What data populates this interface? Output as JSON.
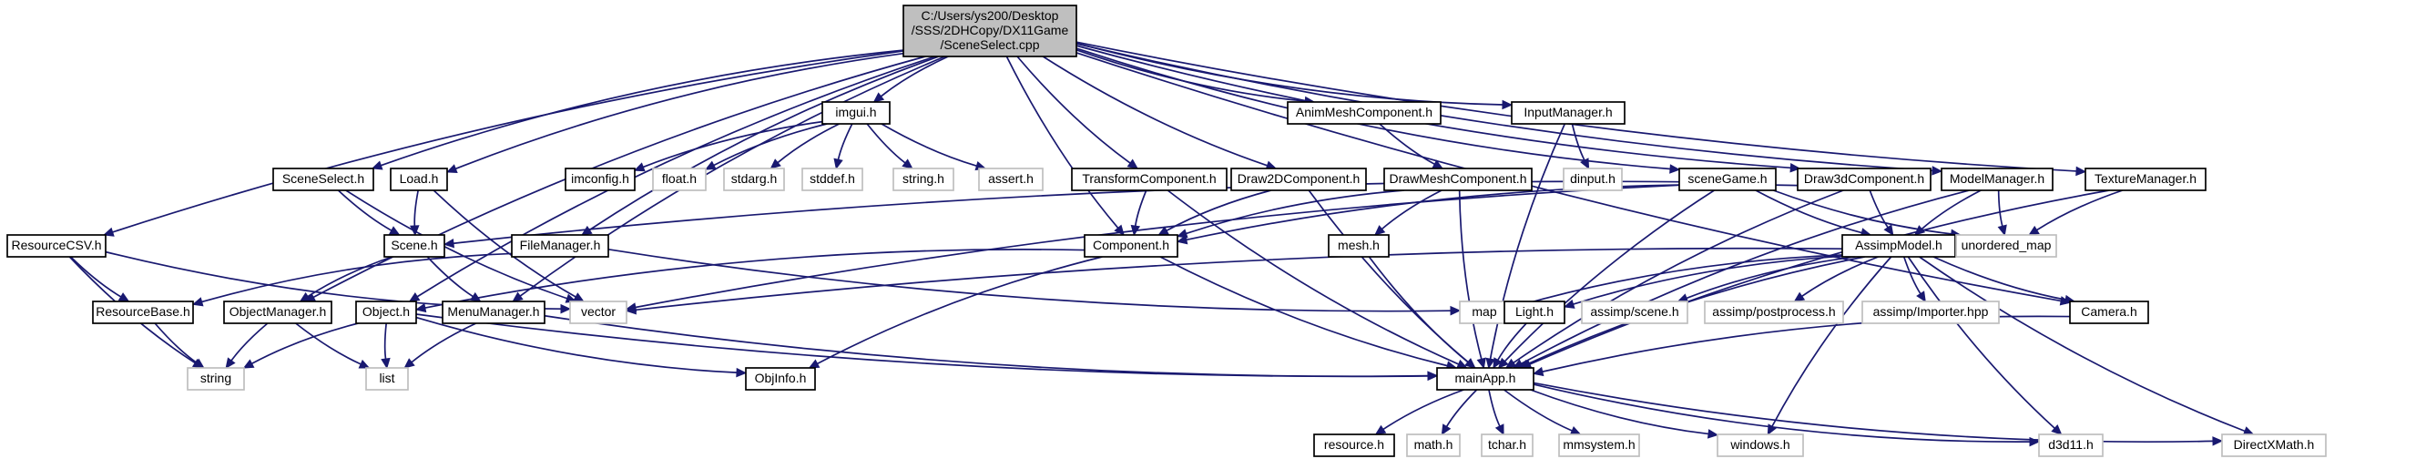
{
  "diagram": {
    "type": "include-dependency-graph",
    "colors": {
      "edge": "#191970",
      "root_fill": "#bfbfbf",
      "node_border": "#000000",
      "ghost_border": "#bfbfbf",
      "background": "#ffffff"
    },
    "nodes": [
      {
        "id": "root",
        "lines": [
          "C:/Users/ys200/Desktop",
          "/SSS/2DHCopy/DX11Game",
          "/SceneSelect.cpp"
        ],
        "kind": "root"
      },
      {
        "id": "imgui",
        "lines": [
          "imgui.h"
        ],
        "kind": "file"
      },
      {
        "id": "animmesh",
        "lines": [
          "AnimMeshComponent.h"
        ],
        "kind": "file"
      },
      {
        "id": "inputmgr",
        "lines": [
          "InputManager.h"
        ],
        "kind": "file"
      },
      {
        "id": "sceneselect",
        "lines": [
          "SceneSelect.h"
        ],
        "kind": "file"
      },
      {
        "id": "load",
        "lines": [
          "Load.h"
        ],
        "kind": "file"
      },
      {
        "id": "imconfig",
        "lines": [
          "imconfig.h"
        ],
        "kind": "file"
      },
      {
        "id": "float",
        "lines": [
          "float.h"
        ],
        "kind": "system"
      },
      {
        "id": "stdarg",
        "lines": [
          "stdarg.h"
        ],
        "kind": "system"
      },
      {
        "id": "stddef",
        "lines": [
          "stddef.h"
        ],
        "kind": "system"
      },
      {
        "id": "string_h",
        "lines": [
          "string.h"
        ],
        "kind": "system"
      },
      {
        "id": "assert",
        "lines": [
          "assert.h"
        ],
        "kind": "system"
      },
      {
        "id": "transform",
        "lines": [
          "TransformComponent.h"
        ],
        "kind": "file"
      },
      {
        "id": "draw2d",
        "lines": [
          "Draw2DComponent.h"
        ],
        "kind": "file"
      },
      {
        "id": "drawmesh",
        "lines": [
          "DrawMeshComponent.h"
        ],
        "kind": "file"
      },
      {
        "id": "dinput",
        "lines": [
          "dinput.h"
        ],
        "kind": "system"
      },
      {
        "id": "scenegame",
        "lines": [
          "sceneGame.h"
        ],
        "kind": "file"
      },
      {
        "id": "draw3d",
        "lines": [
          "Draw3dComponent.h"
        ],
        "kind": "file"
      },
      {
        "id": "modelmgr",
        "lines": [
          "ModelManager.h"
        ],
        "kind": "file"
      },
      {
        "id": "texmgr",
        "lines": [
          "TextureManager.h"
        ],
        "kind": "file"
      },
      {
        "id": "resourcecsv",
        "lines": [
          "ResourceCSV.h"
        ],
        "kind": "file"
      },
      {
        "id": "filemgr",
        "lines": [
          "FileManager.h"
        ],
        "kind": "file"
      },
      {
        "id": "scene",
        "lines": [
          "Scene.h"
        ],
        "kind": "file"
      },
      {
        "id": "component",
        "lines": [
          "Component.h"
        ],
        "kind": "file"
      },
      {
        "id": "mesh",
        "lines": [
          "mesh.h"
        ],
        "kind": "file"
      },
      {
        "id": "assimpmodel",
        "lines": [
          "AssimpModel.h"
        ],
        "kind": "file"
      },
      {
        "id": "unordered",
        "lines": [
          "unordered_map"
        ],
        "kind": "system"
      },
      {
        "id": "resourcebase",
        "lines": [
          "ResourceBase.h"
        ],
        "kind": "file"
      },
      {
        "id": "objectmgr",
        "lines": [
          "ObjectManager.h"
        ],
        "kind": "file"
      },
      {
        "id": "object",
        "lines": [
          "Object.h"
        ],
        "kind": "file"
      },
      {
        "id": "menumgr",
        "lines": [
          "MenuManager.h"
        ],
        "kind": "file"
      },
      {
        "id": "vector",
        "lines": [
          "vector"
        ],
        "kind": "system"
      },
      {
        "id": "map",
        "lines": [
          "map"
        ],
        "kind": "system"
      },
      {
        "id": "light",
        "lines": [
          "Light.h"
        ],
        "kind": "file"
      },
      {
        "id": "ascene",
        "lines": [
          "assimp/scene.h"
        ],
        "kind": "system"
      },
      {
        "id": "apost",
        "lines": [
          "assimp/postprocess.h"
        ],
        "kind": "system"
      },
      {
        "id": "aimp",
        "lines": [
          "assimp/Importer.hpp"
        ],
        "kind": "system"
      },
      {
        "id": "camera",
        "lines": [
          "Camera.h"
        ],
        "kind": "file"
      },
      {
        "id": "string",
        "lines": [
          "string"
        ],
        "kind": "system"
      },
      {
        "id": "list",
        "lines": [
          "list"
        ],
        "kind": "system"
      },
      {
        "id": "objinfo",
        "lines": [
          "ObjInfo.h"
        ],
        "kind": "file"
      },
      {
        "id": "mainapp",
        "lines": [
          "mainApp.h"
        ],
        "kind": "file"
      },
      {
        "id": "resource",
        "lines": [
          "resource.h"
        ],
        "kind": "file"
      },
      {
        "id": "math",
        "lines": [
          "math.h"
        ],
        "kind": "system"
      },
      {
        "id": "tchar",
        "lines": [
          "tchar.h"
        ],
        "kind": "system"
      },
      {
        "id": "mmsystem",
        "lines": [
          "mmsystem.h"
        ],
        "kind": "system"
      },
      {
        "id": "windows",
        "lines": [
          "windows.h"
        ],
        "kind": "system"
      },
      {
        "id": "d3d11",
        "lines": [
          "d3d11.h"
        ],
        "kind": "system"
      },
      {
        "id": "directxmath",
        "lines": [
          "DirectXMath.h"
        ],
        "kind": "system"
      }
    ],
    "edges": [
      [
        "root",
        "imgui"
      ],
      [
        "root",
        "animmesh"
      ],
      [
        "root",
        "inputmgr"
      ],
      [
        "root",
        "sceneselect"
      ],
      [
        "root",
        "load"
      ],
      [
        "root",
        "transform"
      ],
      [
        "root",
        "draw2d"
      ],
      [
        "root",
        "scenegame"
      ],
      [
        "root",
        "draw3d"
      ],
      [
        "root",
        "modelmgr"
      ],
      [
        "root",
        "texmgr"
      ],
      [
        "root",
        "resourcecsv"
      ],
      [
        "root",
        "filemgr"
      ],
      [
        "root",
        "component"
      ],
      [
        "root",
        "objectmgr"
      ],
      [
        "root",
        "object"
      ],
      [
        "root",
        "menumgr"
      ],
      [
        "root",
        "camera"
      ],
      [
        "imgui",
        "imconfig"
      ],
      [
        "imgui",
        "float"
      ],
      [
        "imgui",
        "stdarg"
      ],
      [
        "imgui",
        "stddef"
      ],
      [
        "imgui",
        "string_h"
      ],
      [
        "imgui",
        "assert"
      ],
      [
        "animmesh",
        "drawmesh"
      ],
      [
        "inputmgr",
        "dinput"
      ],
      [
        "inputmgr",
        "mainapp"
      ],
      [
        "sceneselect",
        "scene"
      ],
      [
        "sceneselect",
        "vector"
      ],
      [
        "load",
        "scene"
      ],
      [
        "load",
        "vector"
      ],
      [
        "transform",
        "component"
      ],
      [
        "transform",
        "mainapp"
      ],
      [
        "draw2d",
        "component"
      ],
      [
        "draw2d",
        "mainapp"
      ],
      [
        "drawmesh",
        "component"
      ],
      [
        "drawmesh",
        "mesh"
      ],
      [
        "drawmesh",
        "mainapp"
      ],
      [
        "scenegame",
        "scene"
      ],
      [
        "scenegame",
        "assimpmodel"
      ],
      [
        "scenegame",
        "unordered"
      ],
      [
        "scenegame",
        "mainapp"
      ],
      [
        "scenegame",
        "vector"
      ],
      [
        "draw3d",
        "component"
      ],
      [
        "draw3d",
        "assimpmodel"
      ],
      [
        "draw3d",
        "mainapp"
      ],
      [
        "modelmgr",
        "assimpmodel"
      ],
      [
        "modelmgr",
        "unordered"
      ],
      [
        "modelmgr",
        "mainapp"
      ],
      [
        "texmgr",
        "unordered"
      ],
      [
        "texmgr",
        "mainapp"
      ],
      [
        "resourcecsv",
        "resourcebase"
      ],
      [
        "resourcecsv",
        "vector"
      ],
      [
        "resourcecsv",
        "string"
      ],
      [
        "filemgr",
        "resourcebase"
      ],
      [
        "filemgr",
        "map"
      ],
      [
        "scene",
        "objectmgr"
      ],
      [
        "scene",
        "menumgr"
      ],
      [
        "component",
        "object"
      ],
      [
        "component",
        "objinfo"
      ],
      [
        "component",
        "mainapp"
      ],
      [
        "mesh",
        "mainapp"
      ],
      [
        "assimpmodel",
        "vector"
      ],
      [
        "assimpmodel",
        "map"
      ],
      [
        "assimpmodel",
        "light"
      ],
      [
        "assimpmodel",
        "ascene"
      ],
      [
        "assimpmodel",
        "apost"
      ],
      [
        "assimpmodel",
        "aimp"
      ],
      [
        "assimpmodel",
        "camera"
      ],
      [
        "assimpmodel",
        "mainapp"
      ],
      [
        "assimpmodel",
        "windows"
      ],
      [
        "assimpmodel",
        "d3d11"
      ],
      [
        "assimpmodel",
        "directxmath"
      ],
      [
        "resourcebase",
        "string"
      ],
      [
        "objectmgr",
        "string"
      ],
      [
        "objectmgr",
        "list"
      ],
      [
        "object",
        "string"
      ],
      [
        "object",
        "list"
      ],
      [
        "object",
        "objinfo"
      ],
      [
        "object",
        "mainapp"
      ],
      [
        "menumgr",
        "list"
      ],
      [
        "menumgr",
        "mainapp"
      ],
      [
        "light",
        "mainapp"
      ],
      [
        "camera",
        "mainapp"
      ],
      [
        "mainapp",
        "resource"
      ],
      [
        "mainapp",
        "math"
      ],
      [
        "mainapp",
        "tchar"
      ],
      [
        "mainapp",
        "mmsystem"
      ],
      [
        "mainapp",
        "windows"
      ],
      [
        "mainapp",
        "d3d11"
      ],
      [
        "mainapp",
        "directxmath"
      ]
    ]
  }
}
